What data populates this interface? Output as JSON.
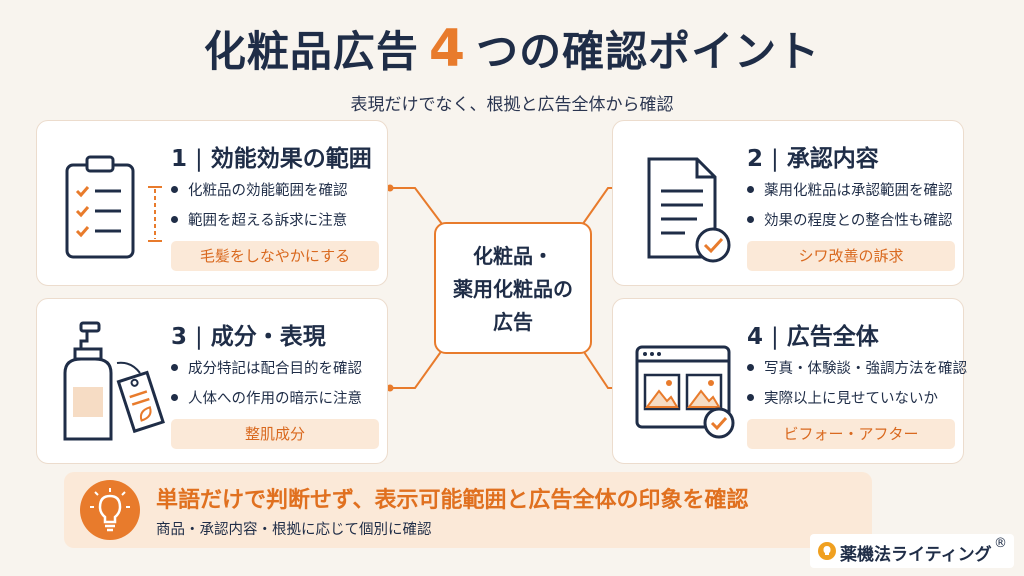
{
  "header": {
    "title_pre": "化粧品広告",
    "title_num": "4",
    "title_post": "つの確認ポイント",
    "subtitle": "表現だけでなく、根拠と広告全体から確認"
  },
  "center": {
    "line1": "化粧品・",
    "line2": "薬用化粧品の",
    "line3": "広告"
  },
  "cards": [
    {
      "number": "1",
      "title": "効能効果の範囲",
      "bullets": [
        "化粧品の効能範囲を確認",
        "範囲を超える訴求に注意"
      ],
      "example": "毛髪をしなやかにする",
      "icon": "clipboard-checklist-icon"
    },
    {
      "number": "2",
      "title": "承認内容",
      "bullets": [
        "薬用化粧品は承認範囲を確認",
        "効果の程度との整合性も確認"
      ],
      "example": "シワ改善の訴求",
      "icon": "document-check-icon"
    },
    {
      "number": "3",
      "title": "成分・表現",
      "bullets": [
        "成分特記は配合目的を確認",
        "人体への作用の暗示に注意"
      ],
      "example": "整肌成分",
      "icon": "bottle-tag-icon"
    },
    {
      "number": "4",
      "title": "広告全体",
      "bullets": [
        "写真・体験談・強調方法を確認",
        "実際以上に見せていないか"
      ],
      "example": "ビフォー・アフター",
      "icon": "browser-images-icon"
    }
  ],
  "separator": "|",
  "banner": {
    "main": "単語だけで判断せず、表示可能範囲と広告全体の印象を確認",
    "sub": "商品・承認内容・根拠に応じて個別に確認",
    "icon": "lightbulb-icon"
  },
  "brand": {
    "name": "薬機法ライティング",
    "reg": "®",
    "icon": "brand-bulb-icon"
  },
  "colors": {
    "accent": "#e87b2c",
    "navy": "#1f2d47",
    "tag_bg": "#fbe9d8",
    "background": "#f8f4ee"
  }
}
